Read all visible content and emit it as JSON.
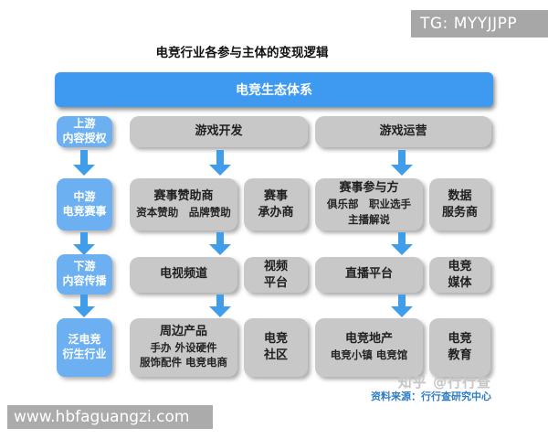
{
  "overlays": {
    "telegram": "TG: MYYJJPP",
    "site_url": "www.hbfaguangzi.com"
  },
  "header": {
    "title": "电竞行业各参与主体的变现逻辑"
  },
  "diagram": {
    "banner": "电竞生态体系",
    "rows": [
      {
        "stage": [
          "上游",
          "内容授权"
        ],
        "cells": [
          {
            "title": "游戏开发"
          },
          {
            "title": "游戏运营"
          }
        ]
      },
      {
        "stage": [
          "中游",
          "电竞赛事"
        ],
        "cells": [
          {
            "title": "赛事赞助商",
            "sub": [
              "资本赞助　品牌赞助"
            ]
          },
          {
            "lines": [
              "赛事",
              "承办商"
            ]
          },
          {
            "title": "赛事参与方",
            "sub": [
              "俱乐部　职业选手",
              "主播解说"
            ]
          },
          {
            "lines": [
              "数据",
              "服务商"
            ]
          }
        ]
      },
      {
        "stage": [
          "下游",
          "内容传播"
        ],
        "cells": [
          {
            "title": "电视频道"
          },
          {
            "lines": [
              "视频",
              "平台"
            ]
          },
          {
            "title": "直播平台"
          },
          {
            "lines": [
              "电竞",
              "媒体"
            ]
          }
        ]
      },
      {
        "stage": [
          "泛电竞",
          "衍生行业"
        ],
        "cells": [
          {
            "title": "周边产品",
            "sub": [
              "手办 外设硬件",
              "服饰配件 电竞电商"
            ]
          },
          {
            "lines": [
              "电竞",
              "社区"
            ]
          },
          {
            "title": "电竞地产",
            "sub": [
              "电竞小镇 电竞馆"
            ]
          },
          {
            "lines": [
              "电竞",
              "教育"
            ]
          }
        ]
      }
    ]
  },
  "footer": {
    "watermark": "知乎 @行行查",
    "source": "资料来源：行行查研究中心"
  },
  "colors": {
    "banner_blue": "#3d9af0",
    "stage_blue": "#6cb0f2",
    "arrow_blue": "#3f9de9",
    "box_gray": "#c8c8c8",
    "overlay_gray": "#a7a7a7",
    "source_blue": "#2f7cc3"
  }
}
